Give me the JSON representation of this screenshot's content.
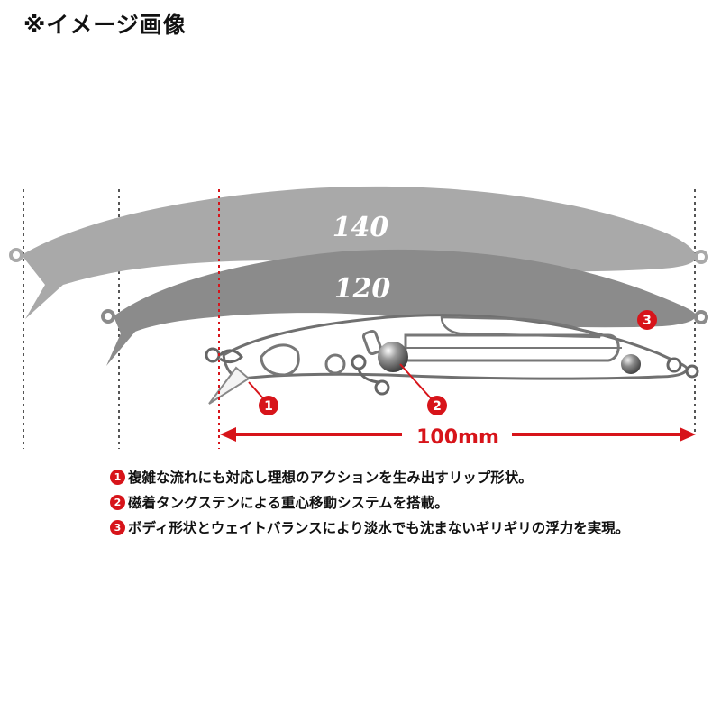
{
  "header": {
    "note": "※イメージ画像"
  },
  "sizes": {
    "large": "140",
    "medium": "120"
  },
  "dimension": {
    "label": "100mm"
  },
  "callouts": {
    "one": "1",
    "two": "2",
    "three": "3"
  },
  "features": [
    {
      "number": "1",
      "text": "複雑な流れにも対応し理想のアクションを生み出すリップ形状。"
    },
    {
      "number": "2",
      "text": "磁着タングステンによる重心移動システムを搭載。"
    },
    {
      "number": "3",
      "text": "ボディ形状とウェイトバランスにより淡水でも沈まないギリギリの浮力を実現。"
    }
  ],
  "colors": {
    "accent": "#d7141a",
    "body140": "#a9a9a9",
    "body120": "#8b8b8b",
    "outline": "#666666"
  }
}
